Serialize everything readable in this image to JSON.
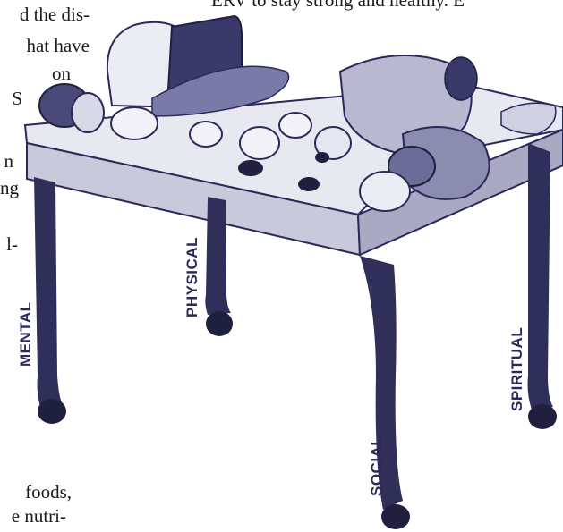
{
  "text_fragments": {
    "top_right": "ERV to stay strong and healthy. E",
    "left_lines": [
      "d the dis-",
      "hat  have",
      "on",
      "S",
      "n",
      "ng",
      "l-",
      "foods,",
      "e nutri-"
    ]
  },
  "table_legs": {
    "mental": "MENTAL",
    "physical": "PHYSICAL",
    "social": "SOCIAL",
    "spiritual": "SPIRITUAL"
  },
  "colors": {
    "ink": "#2a2a5a",
    "table_top": "#e6e6ee",
    "table_edge": "#b0b0c8",
    "leg": "#2f2f5a"
  }
}
